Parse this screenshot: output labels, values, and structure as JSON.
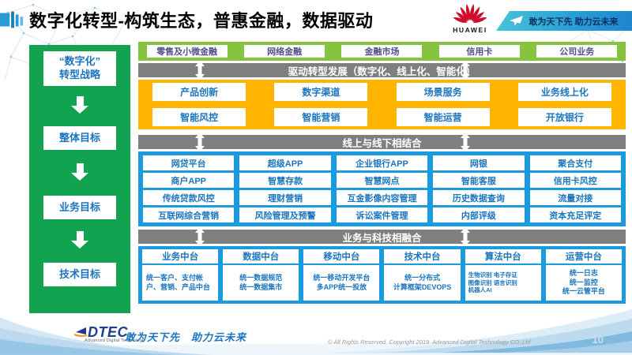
{
  "header": {
    "title": "数字化转型-构筑生态，普惠金融，数据驱动",
    "logo_text": "HUAWEI",
    "banner_slogan": "敢为天下先 助力云未来"
  },
  "sidebar": {
    "items": [
      "“数字化”\n转型战略",
      "整体目标",
      "业务目标",
      "技术目标"
    ]
  },
  "main": {
    "business_lines": [
      "零售及小微金融",
      "网络金融",
      "金融市场",
      "信用卡",
      "公司业务"
    ],
    "bar_drive": "驱动转型发展（数字化、线上化、智能化）",
    "yellow_items": [
      "产品创新",
      "数字渠道",
      "场景服务",
      "业务线上化",
      "智能风控",
      "智能营销",
      "智能运营",
      "开放银行"
    ],
    "bar_online_offline": "线上与线下相结合",
    "matrix": [
      "网贷平台",
      "超级APP",
      "企业银行APP",
      "网银",
      "聚合支付",
      "商户APP",
      "智慧存款",
      "智慧网点",
      "智能客服",
      "信用卡风控",
      "传统贷款风控",
      "理财营销",
      "互金影像内容管理",
      "历史数据查询",
      "流量对接",
      "互联网综合营销",
      "风险管理及预警",
      "诉讼案件管理",
      "内部评级",
      "资本充足评定"
    ],
    "bar_tech_fusion": "业务与科技相融合",
    "platforms": [
      {
        "title": "业务中台",
        "content": "统一客户、支付帐户、营销、产品中台"
      },
      {
        "title": "数据中台",
        "content": "统一数据规范\n统一数据集市"
      },
      {
        "title": "移动中台",
        "content": "统一移动开发平台\n多APP统一投放"
      },
      {
        "title": "技术中台",
        "content": "统一分布式\n计算框架DEVOPS"
      },
      {
        "title": "算法中台",
        "content": "生物识别 电子存证\n图像识别 语言识别\n机器人AI"
      },
      {
        "title": "运营中台",
        "content": "统一日志\n统一监控\n统一云管平台"
      }
    ]
  },
  "footer": {
    "logo": "DTEC",
    "logo_sub": "Advanced Digital Technology",
    "slogan": "敢为天下先　助力云未来",
    "copyright": "© All Rights Reserved. Copyright 2019. Advanced Digital Technology CO.,Ltd",
    "page": "10"
  },
  "colors": {
    "emerald_green": "#12A350",
    "apple_green": "#86C440",
    "yellow": "#FFB400",
    "blue": "#1A9BE0",
    "gray_bar": "#7F7F7F",
    "box_text_blue": "#1C75BC",
    "top_row_text": "#50508C",
    "huawei_red": "#CE0E2D",
    "banner_gradient": [
      "#45C4D9",
      "#1D86CF"
    ]
  }
}
